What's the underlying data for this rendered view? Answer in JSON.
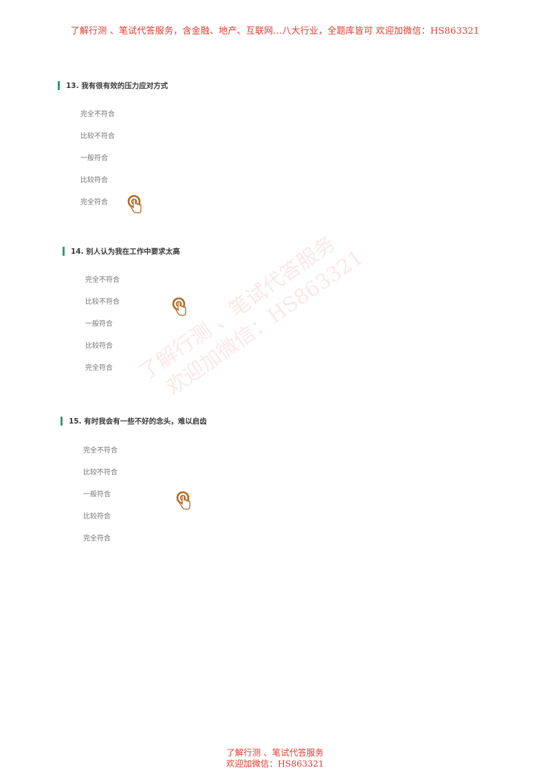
{
  "header_banner": "了解行测 、笔试代答服务，含金融、地产、互联网...八大行业，全题库皆可 欢迎加微信：HS863321",
  "watermark": {
    "line1": "了解行测 、笔试代答服务",
    "line2": "欢迎加微信：HS863321"
  },
  "footer_banner": {
    "line1": "了解行测 、笔试代答服务",
    "line2": "欢迎加微信：HS863321"
  },
  "questions": [
    {
      "title": "13. 我有很有效的压力应对方式",
      "options": [
        "完全不符合",
        "比较不符合",
        "一般符合",
        "比较符合",
        "完全符合"
      ],
      "selected_index": 4
    },
    {
      "title": "14. 别人认为我在工作中要求太高",
      "options": [
        "完全不符合",
        "比较不符合",
        "一般符合",
        "比较符合",
        "完全符合"
      ],
      "selected_index": 1
    },
    {
      "title": "15. 有时我会有一些不好的念头，难以启齿",
      "options": [
        "完全不符合",
        "比较不符合",
        "一般符合",
        "比较符合",
        "完全符合"
      ],
      "selected_index": 2
    }
  ],
  "icons": {
    "pointer": "hand-pointer-icon"
  },
  "colors": {
    "accent_bar": "#2e9d6a",
    "banner_red": "#e03a2e",
    "pointer_brown": "#b5651d"
  }
}
